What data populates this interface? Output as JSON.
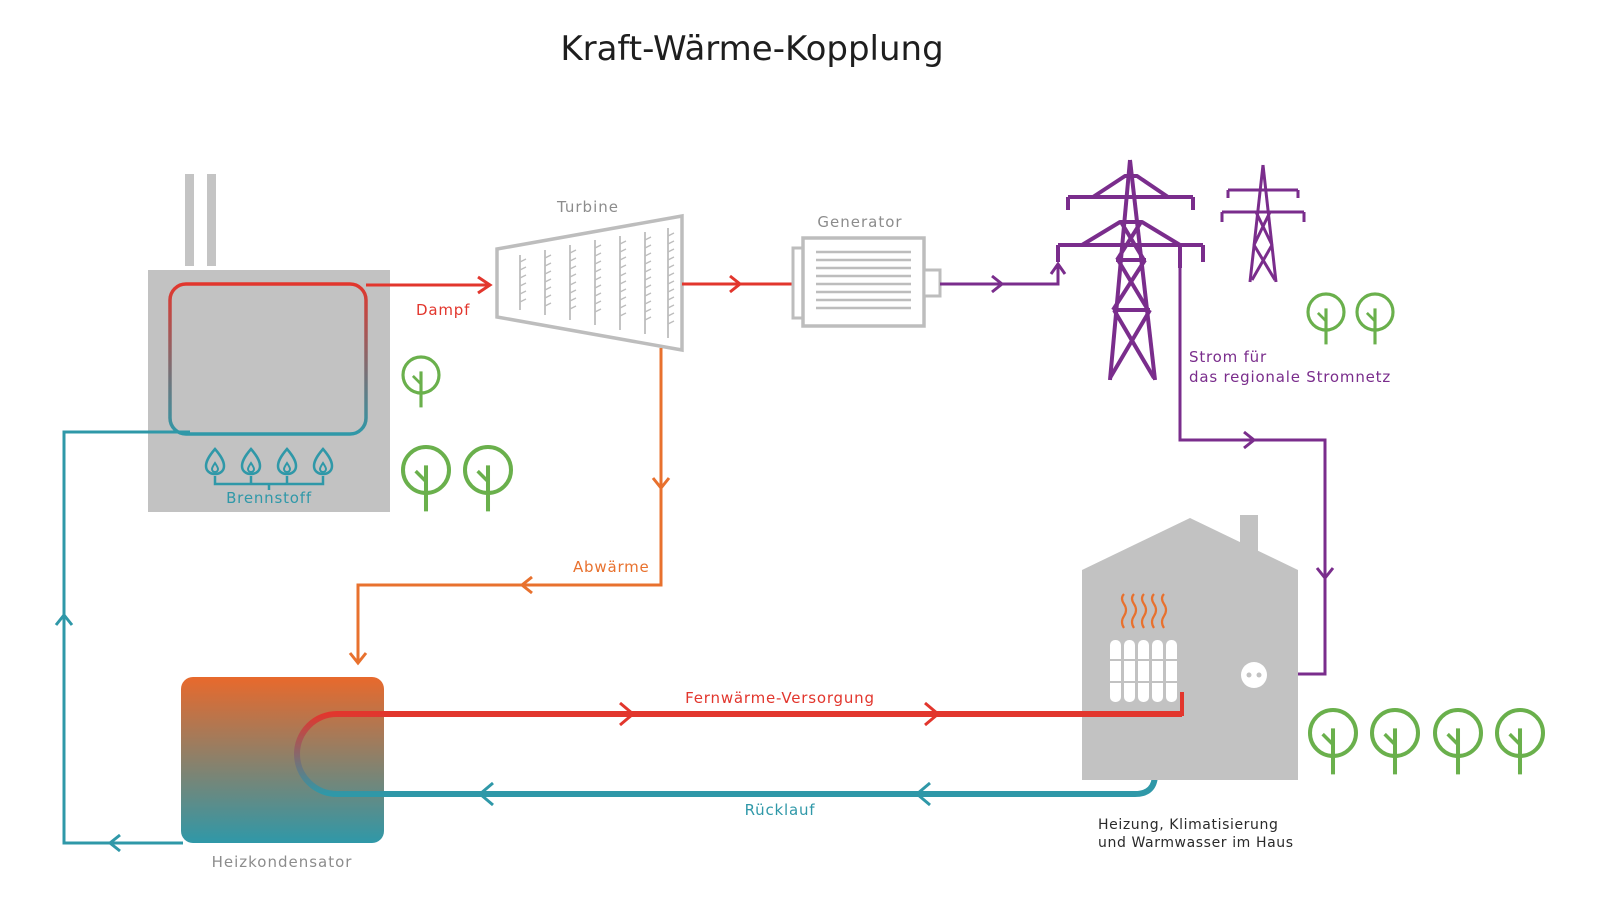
{
  "title": "Kraft-Wärme-Kopplung",
  "labels": {
    "turbine": "Turbine",
    "generator": "Generator",
    "dampf": "Dampf",
    "brennstoff": "Brennstoff",
    "abwaerme": "Abwärme",
    "strom_line1": "Strom für",
    "strom_line2": "das regionale Stromnetz",
    "fernwaerme": "Fernwärme-Versorgung",
    "ruecklauf": "Rücklauf",
    "heizkondensator": "Heizkondensator",
    "haus_line1": "Heizung, Klimatisierung",
    "haus_line2": "und Warmwasser im Haus"
  },
  "colors": {
    "steam": "#e2362d",
    "waste_heat": "#e8712e",
    "electricity": "#7a2d8c",
    "return_water": "#2f98a8",
    "trees": "#6ab04c",
    "machinery": "#b8b8b8"
  },
  "icons": [
    "flame-icon",
    "tree-icon",
    "power-pylon-icon",
    "radiator-icon",
    "power-socket-icon",
    "house-icon",
    "arrow-icon"
  ]
}
